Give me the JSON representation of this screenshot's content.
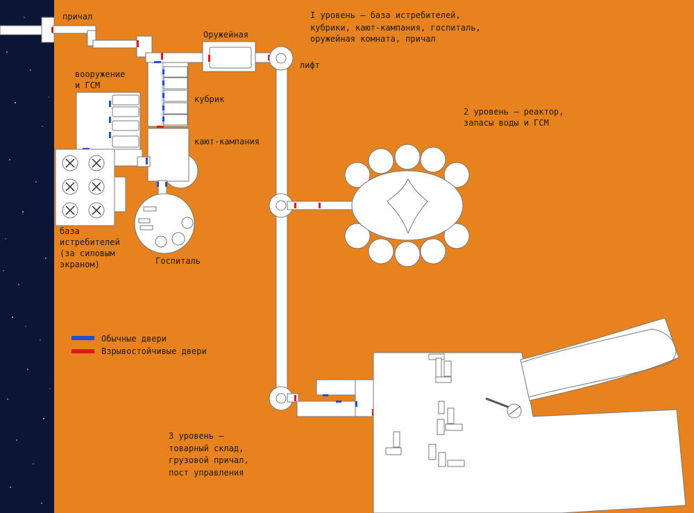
{
  "colors": {
    "background": "#e8821e",
    "space": "#0b1535",
    "room": "#ffffff",
    "outline": "#777777",
    "door_regular": "#1e4fd8",
    "door_blast": "#e01818"
  },
  "labels": {
    "dock": "причал",
    "armory": "Оружейная",
    "lift": "лифт",
    "armament_line1": "вооружение",
    "armament_line2": "и ГСМ",
    "quarters": "кубрик",
    "wardroom": "кают-кампания",
    "fighter_base_line1": "база",
    "fighter_base_line2": "истребителей",
    "fighter_base_line3": "(за силовым",
    "fighter_base_line4": "экраном)",
    "hospital": "Госпиталь"
  },
  "levels": {
    "level1": {
      "line1": "I уровень – база истребителей,",
      "line2": "кубрики, кают-кампания, госпиталь,",
      "line3": "оружейная комната, причал"
    },
    "level2": {
      "line1": "2 уровень – реактор,",
      "line2": "запасы воды и ГСМ"
    },
    "level3": {
      "line1": "3 уровень –",
      "line2": "товарный склад,",
      "line3": "грузовой причал,",
      "line4": "пост управления"
    }
  },
  "legend": {
    "regular_doors": "Обычные двери",
    "blast_doors": "Взрывостойчивые двери"
  }
}
